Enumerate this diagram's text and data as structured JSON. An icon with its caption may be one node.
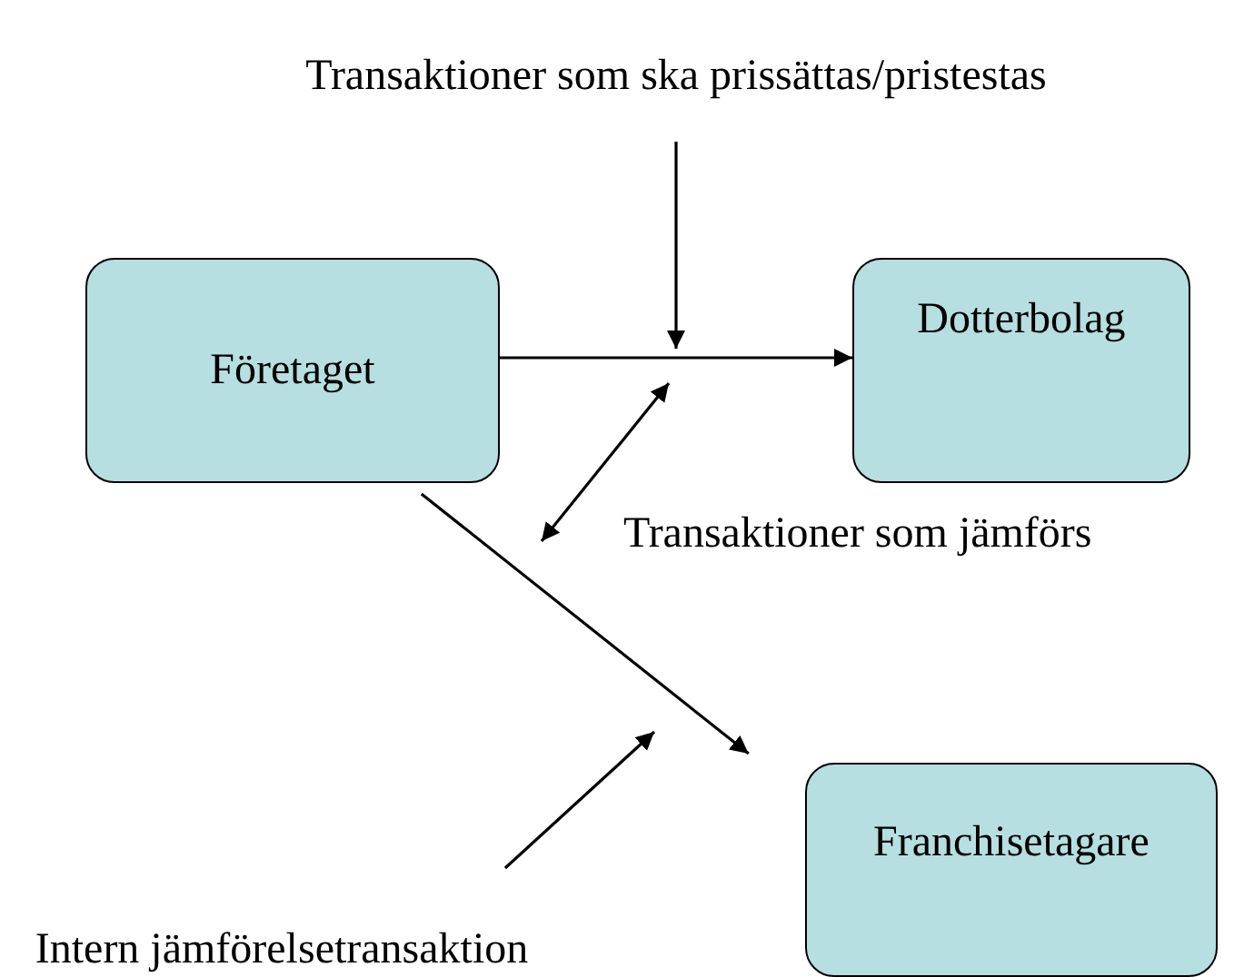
{
  "diagram": {
    "nodes": [
      {
        "text": [
          "Företaget"
        ]
      },
      {
        "text": [
          "Dotterbolag"
        ]
      },
      {
        "text": [
          "Franchisetagare"
        ]
      },
      {
        "text": [
          "Transaktioner som ska prissättas/pristestas"
        ]
      },
      {
        "text": [
          "Intern jämförelsetransaktion"
        ]
      }
    ],
    "edges": [
      {
        "from": 0,
        "to": 1,
        "arrow": "to"
      },
      {
        "from": 0,
        "to": 2,
        "arrow": "to"
      },
      {
        "from": 3,
        "to": null,
        "arrow": "to"
      },
      {
        "from": 4,
        "to": null,
        "arrow": "to"
      }
    ],
    "labels": [
      "Transaktioner som jämförs"
    ]
  }
}
